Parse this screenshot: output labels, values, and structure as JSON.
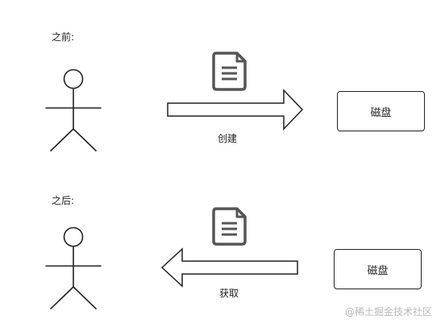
{
  "before": {
    "heading": "之前:",
    "action_label": "创建",
    "target_label": "磁盘"
  },
  "after": {
    "heading": "之后:",
    "action_label": "获取",
    "target_label": "磁盘"
  },
  "watermark": "@稀土掘金技术社区"
}
